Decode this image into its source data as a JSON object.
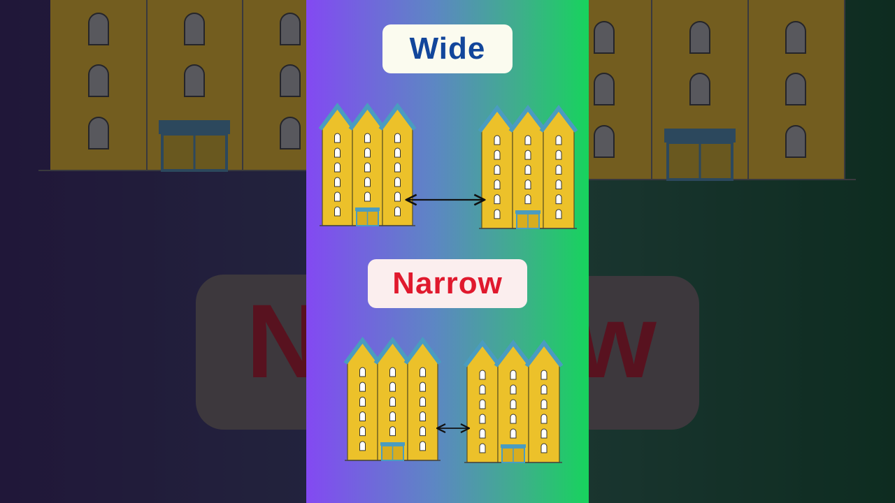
{
  "labels": {
    "wide": "Wide",
    "narrow": "Narrow"
  },
  "background": {
    "blurred_text_left": "N",
    "blurred_text_right": "w"
  },
  "colors": {
    "wide_text": "#12469b",
    "wide_bg": "#fbfbef",
    "narrow_text": "#e0192d",
    "narrow_bg": "#fbeeee",
    "building": "#ecc12a",
    "roof": "#4a9cc0",
    "window": "#ffffff"
  },
  "icons": {
    "wide_gap": "double-headed-arrow-icon",
    "narrow_gap": "double-headed-arrow-icon"
  }
}
